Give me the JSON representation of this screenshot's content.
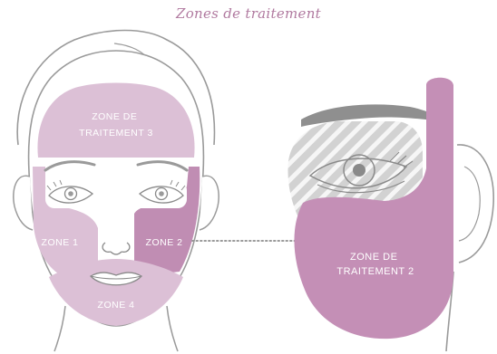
{
  "title": "Zones de traitement",
  "zones": {
    "zone3": [
      "ZONE DE",
      "TRAITEMENT 3"
    ],
    "zone1": "ZONE 1",
    "zone2": "ZONE 2",
    "zone4": "ZONE 4",
    "zone2_detail": [
      "ZONE DE",
      "TRAITEMENT 2"
    ]
  },
  "colors": {
    "zone_light": "#dcc0d6",
    "zone_dark": "#c08db3",
    "zone_main": "#c48fb6",
    "outline": "#9a9a9a",
    "hatch_bg": "#d2d2d2",
    "hatch_stripe": "#f6f6f6",
    "title": "#b0799f",
    "connector": "#9a9a9a"
  }
}
